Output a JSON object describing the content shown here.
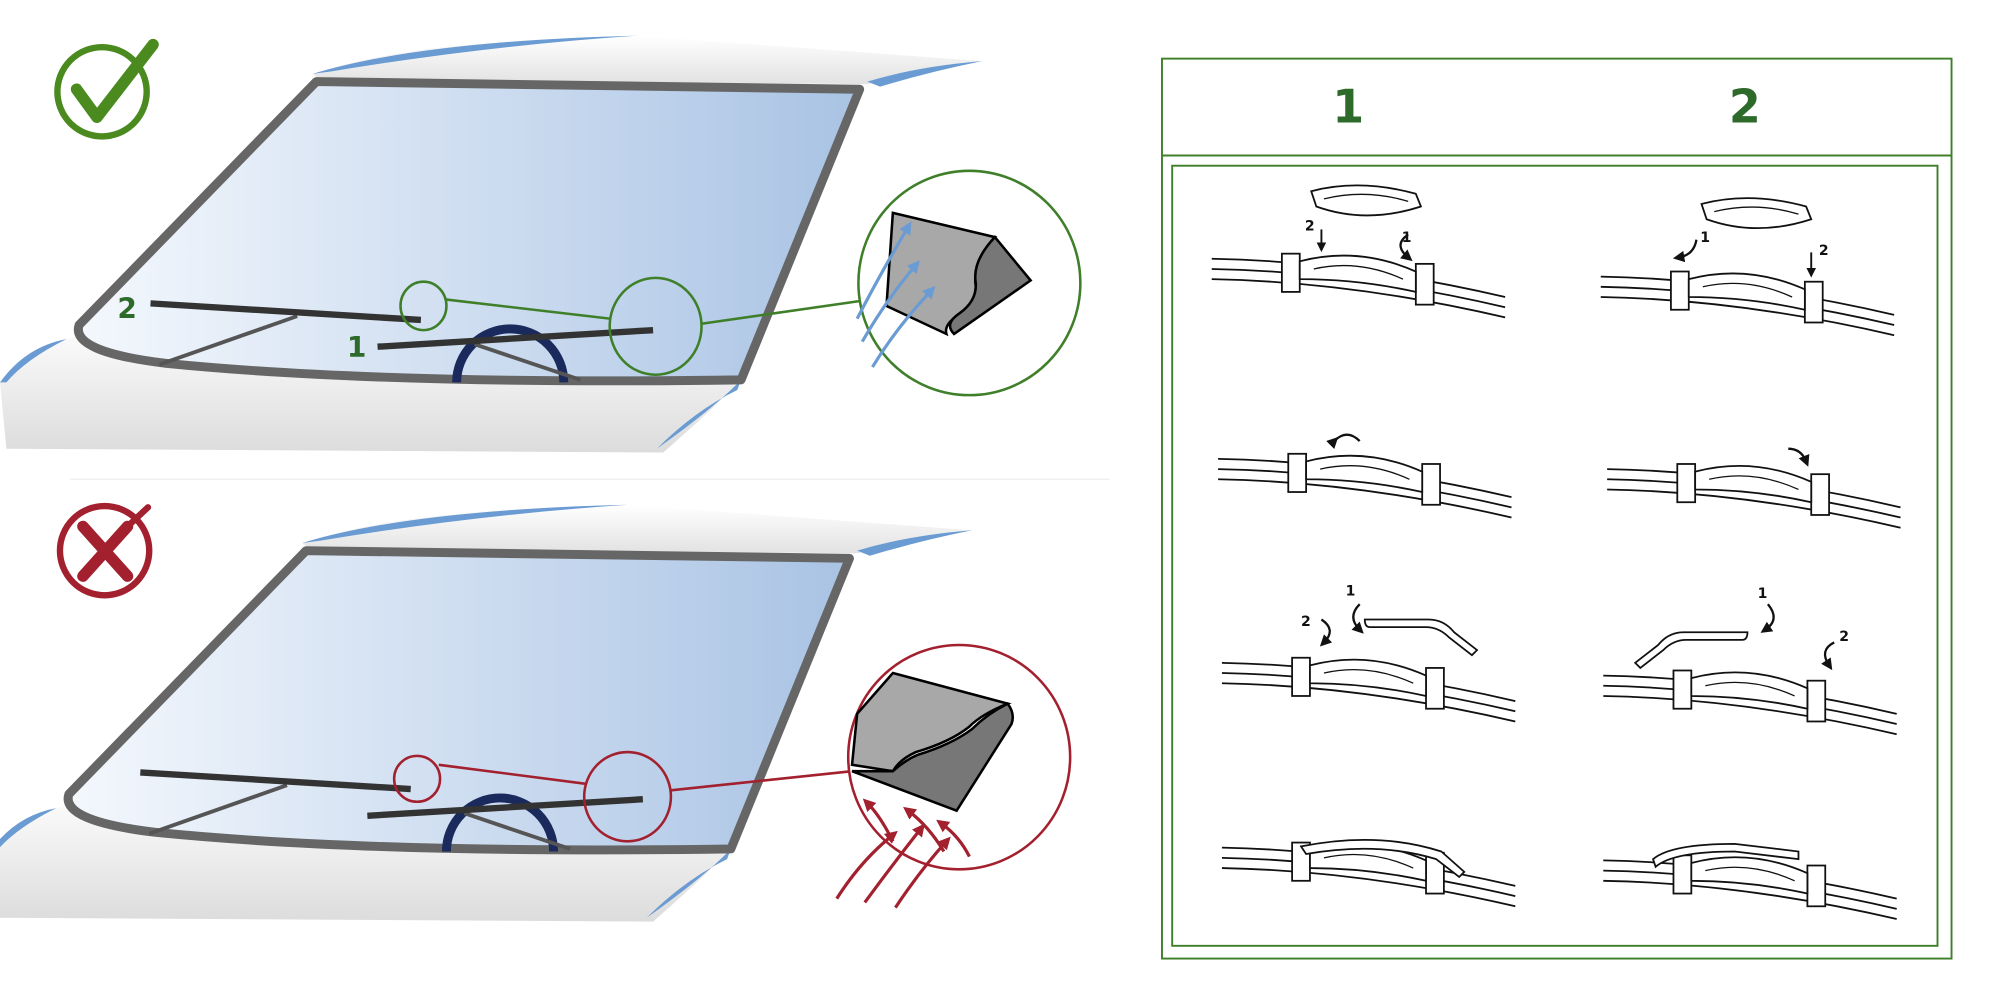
{
  "colors": {
    "good": "#3f7f2a",
    "good_check": "#4a8a1e",
    "bad": "#a3202e",
    "frame": "#666666",
    "glass_light": "#f4f8fd",
    "glass_dark": "#a9c3e4",
    "roof_blue": "#6a9bd2",
    "airflow_blue": "#6a9bd2",
    "table_border": "#3f7f2a"
  },
  "correct_example": {
    "wiper_labels": {
      "wiper_2": "2",
      "wiper_1": "1"
    }
  },
  "installation_table": {
    "columns": [
      {
        "label": "1"
      },
      {
        "label": "2"
      }
    ],
    "steps": {
      "col1": [
        {
          "marks": [
            "2",
            "1"
          ]
        },
        {
          "marks": []
        },
        {
          "marks": [
            "1",
            "2"
          ]
        },
        {
          "marks": []
        }
      ],
      "col2": [
        {
          "marks": [
            "1",
            "2"
          ]
        },
        {
          "marks": []
        },
        {
          "marks": [
            "1",
            "2"
          ]
        },
        {
          "marks": []
        }
      ]
    }
  }
}
